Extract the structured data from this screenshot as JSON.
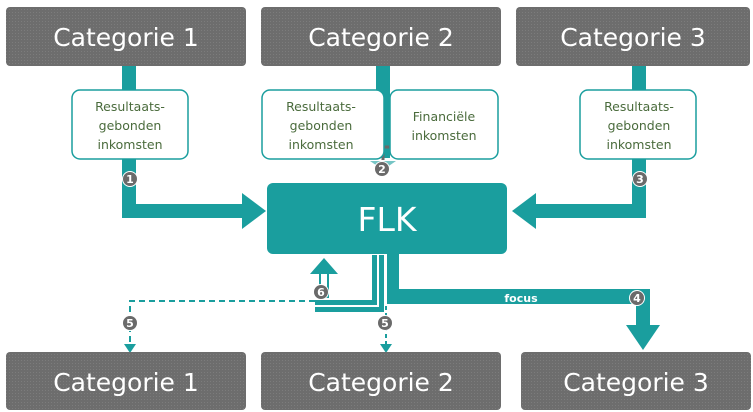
{
  "colors": {
    "teal": "#1a9e9e",
    "category_gray": "#6d6d6d",
    "box_border": "#1a9e9e",
    "box_text": "#4a6b3c",
    "badge_gray": "#6a6a6a"
  },
  "top_categories": [
    {
      "label": "Categorie 1"
    },
    {
      "label": "Categorie 2"
    },
    {
      "label": "Categorie 3"
    }
  ],
  "bottom_categories": [
    {
      "label": "Categorie 1"
    },
    {
      "label": "Categorie 2"
    },
    {
      "label": "Categorie 3"
    }
  ],
  "income_boxes": {
    "cat1": {
      "lines": [
        "Resultaats-",
        "gebonden",
        "inkomsten"
      ]
    },
    "cat2_result": {
      "lines": [
        "Resultaats-",
        "gebonden",
        "inkomsten"
      ]
    },
    "cat2_financial": {
      "lines": [
        "Financiële",
        "inkomsten"
      ]
    },
    "cat3": {
      "lines": [
        "Resultaats-",
        "gebonden",
        "inkomsten"
      ]
    }
  },
  "center": {
    "label": "FLK"
  },
  "focus_label": "focus",
  "badges": {
    "b1": "1",
    "b2": "2",
    "b3": "3",
    "b4": "4",
    "b5a": "5",
    "b5b": "5",
    "b6": "6"
  }
}
